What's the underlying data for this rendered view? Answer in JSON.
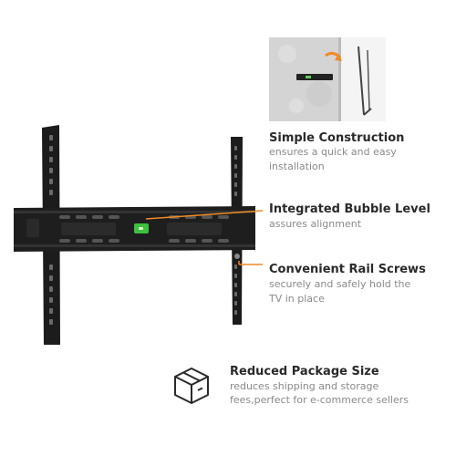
{
  "features": [
    {
      "title": "Simple Construction",
      "desc_lines": [
        "ensures a quick and easy",
        "installation"
      ]
    },
    {
      "title": "Integrated Bubble Level",
      "desc_lines": [
        "assures alignment"
      ]
    },
    {
      "title": "Convenient Rail Screws",
      "desc_lines": [
        "securely and safely hold the",
        "TV in place"
      ]
    },
    {
      "title": "Reduced Package Size",
      "desc_lines": [
        "reduces shipping and storage",
        "fees,perfect for e-commerce sellers"
      ]
    }
  ],
  "icons": [
    "tv-wall-mount-image",
    "construction-inset-image",
    "package-box-icon",
    "bubble-level-icon"
  ],
  "colors": {
    "accent": "#f08a24",
    "title": "#2a2a2a",
    "desc": "#8a8a8a",
    "mount": "#1a1a1a",
    "level": "#3fbf3f"
  }
}
